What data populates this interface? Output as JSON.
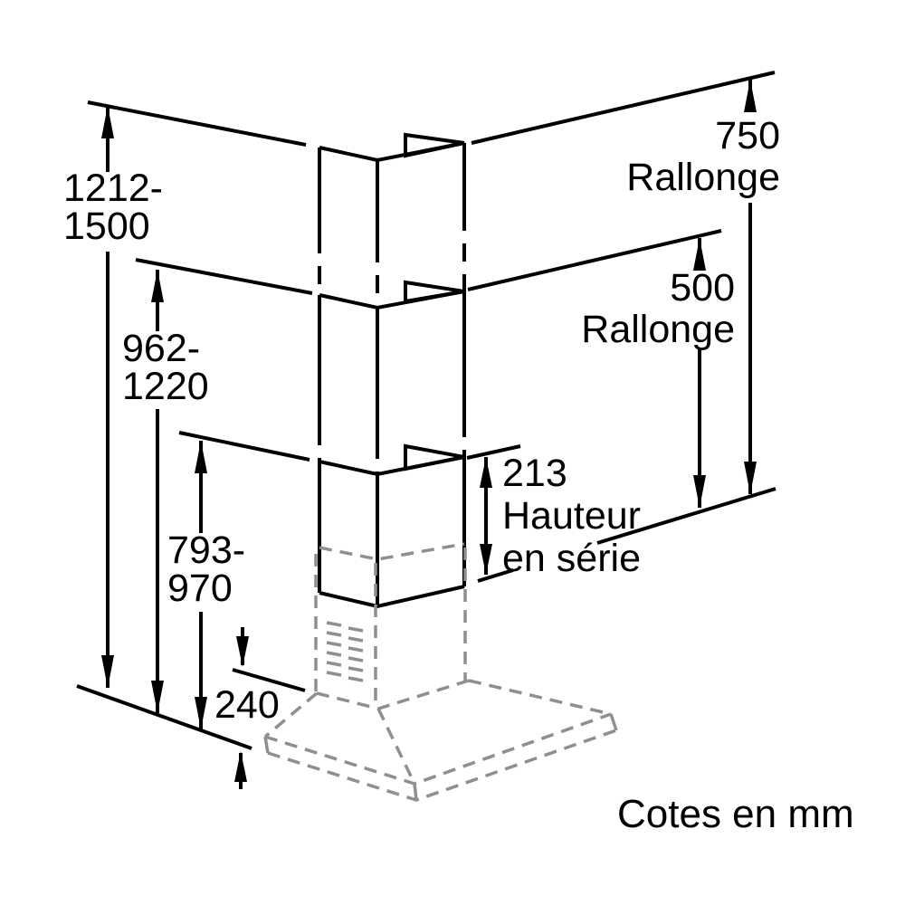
{
  "labels": {
    "height_total": {
      "lines": [
        "1212-",
        "1500"
      ]
    },
    "height_mid": {
      "lines": [
        "962-",
        "1220"
      ]
    },
    "height_low": {
      "lines": [
        "793-",
        "970"
      ]
    },
    "extension_750": {
      "value": "750",
      "name": "Rallonge"
    },
    "extension_500": {
      "value": "500",
      "name": "Rallonge"
    },
    "chimney_standard": {
      "value": "213",
      "name_lines": [
        "Hauteur",
        "en série"
      ]
    },
    "hood_height": {
      "value": "240"
    },
    "caption": "Cotes en mm"
  },
  "colors": {
    "line": "#000000",
    "hidden_line": "#8f8f8f",
    "background": "#ffffff"
  }
}
